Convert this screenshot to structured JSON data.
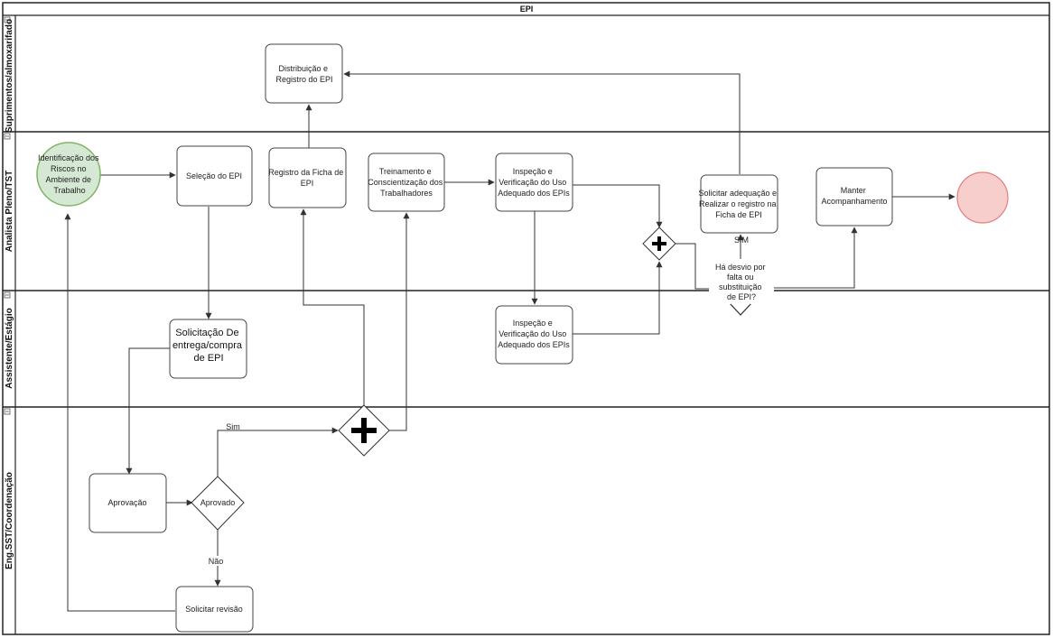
{
  "pool": {
    "title": "EPI"
  },
  "lanes": {
    "suprimentos": "Suprimentos/almoxarifado",
    "analista": "Analista Pleno/TST",
    "assistente": "Assistente/Estágio",
    "eng": "Eng.SST/Coordenação"
  },
  "nodes": {
    "start": [
      "Identificação dos",
      "Riscos no",
      "Ambiente de",
      "Trabalho"
    ],
    "selecao": [
      "Seleção do EPI"
    ],
    "registro_ficha": [
      "Registro da Ficha de",
      "EPI"
    ],
    "distribuicao": [
      "Distribuição e",
      "Registro do EPI"
    ],
    "treinamento": [
      "Treinamento e",
      "Conscientização dos",
      "Trabalhadores"
    ],
    "inspecao1": [
      "Inspeção e",
      "Verificação do Uso",
      "Adequado dos EPIs"
    ],
    "inspecao2": [
      "Inspeção e",
      "Verificação do Uso",
      "Adequado dos EPIs"
    ],
    "solicitar_adequacao": [
      "Solicitar adequação e",
      "Realizar o registro na",
      "Ficha de EPI"
    ],
    "manter": [
      "Manter",
      "Acompanhamento"
    ],
    "solicitacao_compra": [
      "Solicitação De",
      "entrega/compra",
      "de EPI"
    ],
    "aprovacao": [
      "Aprovação"
    ],
    "aprovado_gw": [
      "Aprovado"
    ],
    "solicitar_revisao": [
      "Solicitar revisão"
    ],
    "desvio_gw": [
      "Há desvio por",
      "falta ou",
      "substituição",
      "de EPI?"
    ]
  },
  "edge_labels": {
    "sim_aprovado": "Sim",
    "nao_aprovado": "Não",
    "sim_desvio": "SIM"
  },
  "colors": {
    "start_fill": "#d5e8d4",
    "start_stroke": "#82b366",
    "end_fill": "#f8cecc",
    "end_stroke": "#e08080",
    "line": "#333333"
  }
}
